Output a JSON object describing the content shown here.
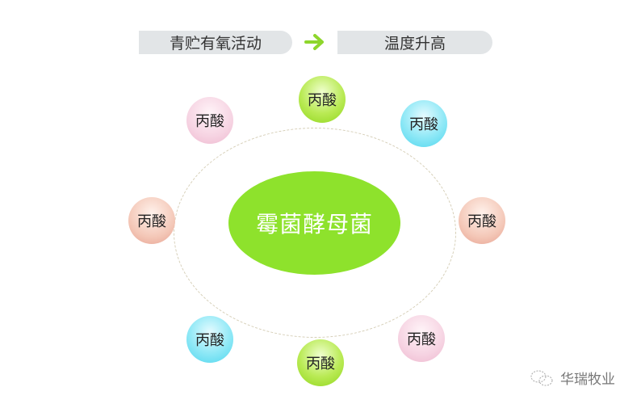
{
  "header": {
    "left_step": "青贮有氧活动",
    "right_step": "温度升高",
    "arrow_color": "#8ed62c"
  },
  "center": {
    "label": "霉菌酵母菌",
    "color": "#8ee22c"
  },
  "bubbles": [
    {
      "label": "丙酸",
      "color": "green"
    },
    {
      "label": "丙酸",
      "color": "cyan"
    },
    {
      "label": "丙酸",
      "color": "salmon"
    },
    {
      "label": "丙酸",
      "color": "pink"
    },
    {
      "label": "丙酸",
      "color": "green"
    },
    {
      "label": "丙酸",
      "color": "cyan"
    },
    {
      "label": "丙酸",
      "color": "salmon"
    },
    {
      "label": "丙酸",
      "color": "pink"
    }
  ],
  "watermark": {
    "text": "华瑞牧业",
    "icon": "wechat-icon"
  }
}
